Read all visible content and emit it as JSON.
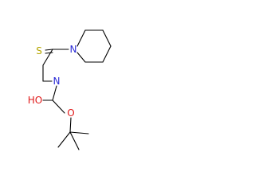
{
  "structure": {
    "atoms": {
      "sulfur": "S",
      "ring_nitrogen": "N",
      "amide_nitrogen": "N",
      "hydroxyl": "HO",
      "ester_oxygen": "O"
    }
  },
  "colors": {
    "bond": "#000000",
    "sulfur": "#b5a600",
    "nitrogen": "#2b2bd6",
    "oxygen": "#e01818",
    "background": "#ffffff"
  }
}
